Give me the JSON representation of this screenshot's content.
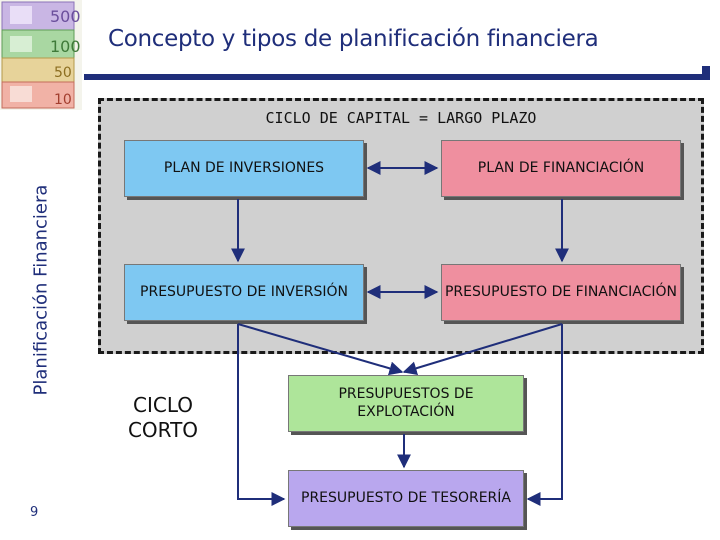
{
  "slide": {
    "title": "Concepto y tipos de planificación financiera",
    "vertical_title": "Planificación Financiera",
    "page_number": "9"
  },
  "diagram": {
    "capital_cycle_heading": "CICLO DE CAPITAL = LARGO PLAZO",
    "short_cycle_label": "CICLO CORTO",
    "boxes": {
      "investment_plan": "PLAN DE INVERSIONES",
      "financing_plan": "PLAN DE FINANCIACIÓN",
      "investment_budget": "PRESUPUESTO DE INVERSIÓN",
      "financing_budget": "PRESUPUESTO DE FINANCIACIÓN",
      "operating_budgets": "PRESUPUESTOS DE EXPLOTACIÓN",
      "treasury_budget": "PRESUPUESTO DE TESORERÍA"
    }
  },
  "colors": {
    "navy": "#1f2e7a",
    "blue_box": "#7ec8f2",
    "pink_box": "#ef8f9f",
    "green_box": "#aee59a",
    "purple_box": "#b9a7ee",
    "capital_zone": "#d0d0d0"
  }
}
